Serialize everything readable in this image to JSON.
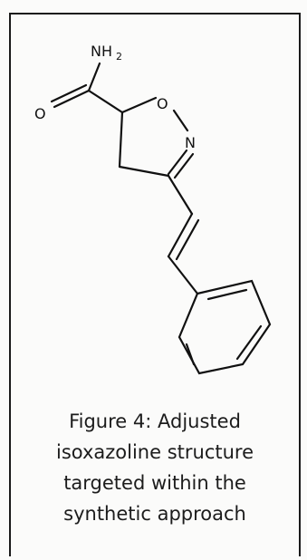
{
  "structure": {
    "atoms": {
      "amide_nitrogen": "NH",
      "amide_nitrogen_subscript": "2",
      "carbonyl_oxygen": "O",
      "ring_oxygen": "O",
      "ring_nitrogen": "N"
    }
  },
  "caption": {
    "lines": [
      "Figure 4: Adjusted",
      "isoxazoline structure",
      "targeted within the",
      "synthetic approach"
    ]
  },
  "colors": {
    "ink": "#111111",
    "page": "#fbfbfa"
  }
}
